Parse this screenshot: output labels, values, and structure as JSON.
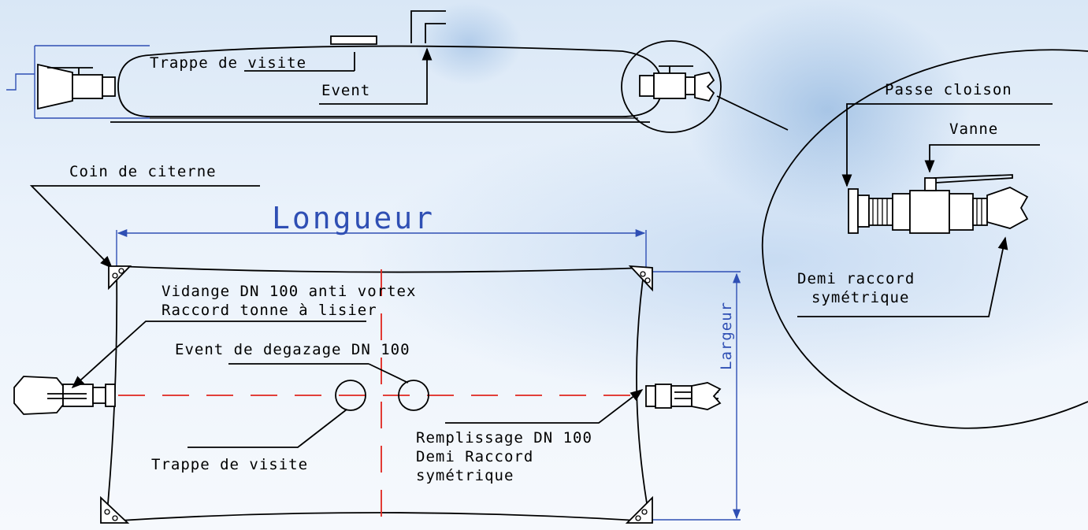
{
  "labels": {
    "trappe_visite_top": "Trappe de visite",
    "event_top": "Event",
    "passe_cloison": "Passe cloison",
    "vanne": "Vanne",
    "demi_raccord_line1": "Demi raccord",
    "demi_raccord_line2": "symétrique",
    "coin_citerne": "Coin de citerne",
    "longueur": "Longueur",
    "largeur": "Largeur",
    "vidange_line1": "Vidange DN 100 anti vortex",
    "vidange_line2": "Raccord tonne à lisier",
    "event_degazage": "Event de degazage DN 100",
    "trappe_visite_plan": "Trappe de visite",
    "remplissage_line1": "Remplissage DN 100",
    "remplissage_line2": "Demi Raccord",
    "remplissage_line3": "symétrique"
  },
  "colors": {
    "linework": "#000000",
    "dimension": "#2f4fb4",
    "axis": "#e0261f",
    "background": "#dfeaf6"
  }
}
